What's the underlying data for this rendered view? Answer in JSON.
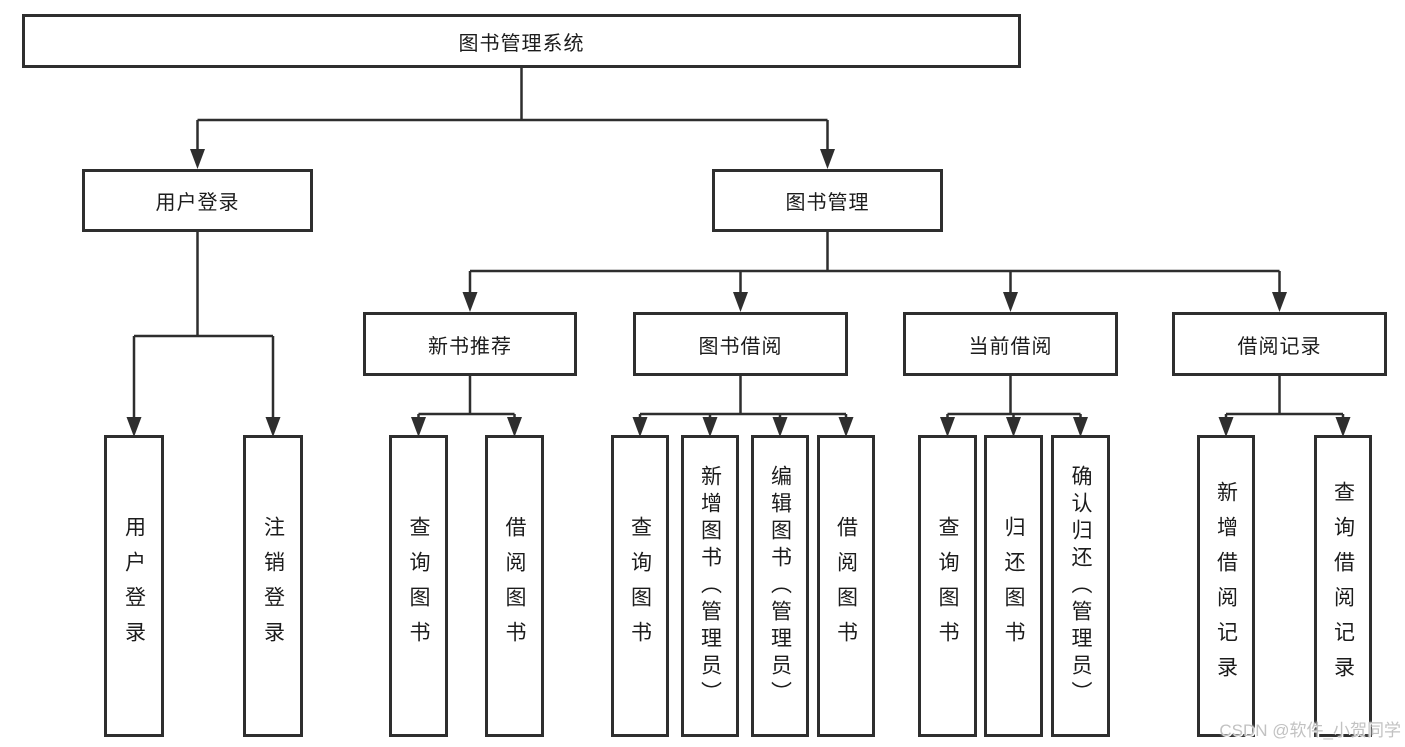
{
  "watermark": "CSDN @软件_小贺同学",
  "colors": {
    "line": "#2e2e2e",
    "text": "#1c1c1c",
    "watermark": "#c2c2c2",
    "background": "#ffffff"
  },
  "tree": {
    "label": "图书管理系统",
    "children": [
      {
        "label": "用户登录",
        "children": [
          {
            "label": "用户登录"
          },
          {
            "label": "注销登录"
          }
        ]
      },
      {
        "label": "图书管理",
        "children": [
          {
            "label": "新书推荐",
            "children": [
              {
                "label": "查询图书"
              },
              {
                "label": "借阅图书"
              }
            ]
          },
          {
            "label": "图书借阅",
            "children": [
              {
                "label": "查询图书"
              },
              {
                "label": "新增图书（管理员）"
              },
              {
                "label": "编辑图书（管理员）"
              },
              {
                "label": "借阅图书"
              }
            ]
          },
          {
            "label": "当前借阅",
            "children": [
              {
                "label": "查询图书"
              },
              {
                "label": "归还图书"
              },
              {
                "label": "确认归还（管理员）"
              }
            ]
          },
          {
            "label": "借阅记录",
            "children": [
              {
                "label": "新增借阅记录"
              },
              {
                "label": "查询借阅记录"
              }
            ]
          }
        ]
      }
    ]
  }
}
